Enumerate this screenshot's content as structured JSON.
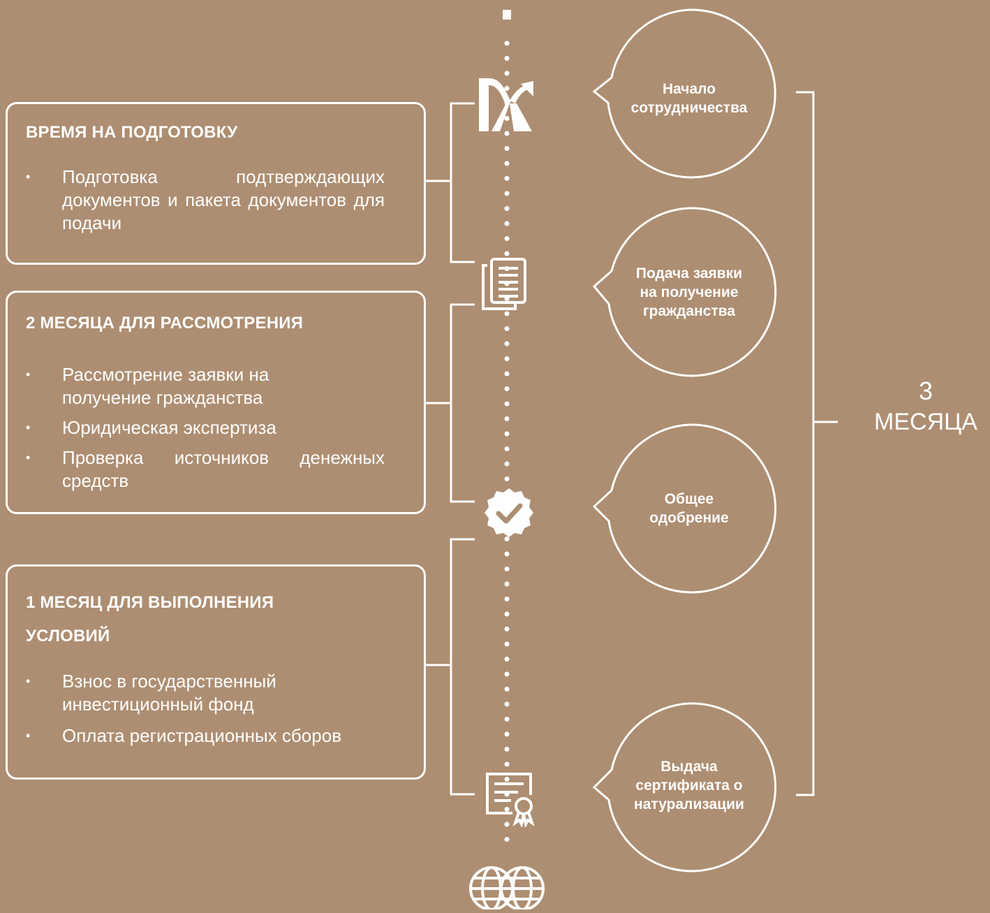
{
  "panels": [
    {
      "title_lines": [
        "ВРЕМЯ НА ПОДГОТОВКУ"
      ],
      "bullets": [
        "Подготовка подтверждающих документов и пакета документов для подачи"
      ]
    },
    {
      "title_lines": [
        "2 МЕСЯЦА ДЛЯ РАССМОТРЕНИЯ"
      ],
      "bullets": [
        "Рассмотрение заявки на получение гражданства",
        "Юридическая экспертиза",
        "Проверка источников денежных средств"
      ]
    },
    {
      "title_lines": [
        "1 МЕСЯЦ ДЛЯ ВЫПОЛНЕНИЯ",
        "УСЛОВИЙ"
      ],
      "bullets": [
        "Взнос в государственный инвестиционный фонд",
        "Оплата регистрационных сборов"
      ]
    }
  ],
  "milestones": [
    {
      "lines": [
        "Начало",
        "сотрудничества"
      ],
      "icon": "logo-icon"
    },
    {
      "lines": [
        "Подача заявки",
        "на получение",
        "гражданства"
      ],
      "icon": "document-icon"
    },
    {
      "lines": [
        "Общее",
        "одобрение"
      ],
      "icon": "approval-badge-icon"
    },
    {
      "lines": [
        "Выдача",
        "сертификата о",
        "натурализации"
      ],
      "icon": "certificate-icon"
    }
  ],
  "final_icon": "globes-icon",
  "total": {
    "number": "3",
    "unit": "МЕСЯЦА"
  },
  "colors": {
    "background": "#ad8e72",
    "foreground": "#ffffff"
  }
}
